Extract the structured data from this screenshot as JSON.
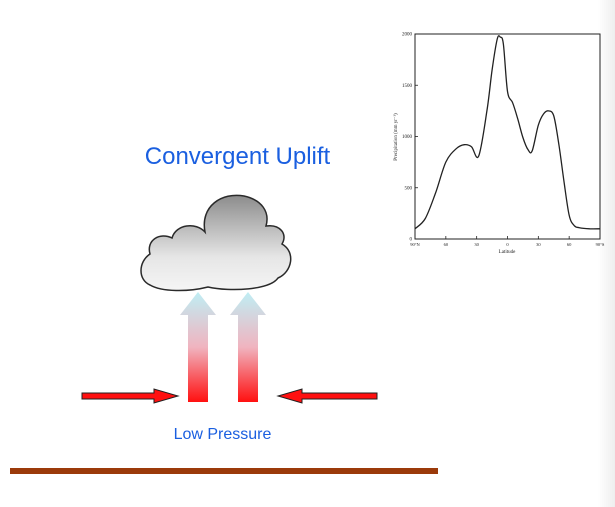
{
  "diagram": {
    "title": "Convergent Uplift",
    "label_bottom": "Low Pressure",
    "colors": {
      "title_text": "#1a5fe0",
      "arrow_red": "#ff1010",
      "uplift_top": "#bfeef4",
      "ground": "#9b3a0a",
      "cloud_light": "#f5f5f5",
      "cloud_dark": "#8c8c8c"
    }
  },
  "chart_data": {
    "type": "line",
    "xlabel": "Latitude",
    "ylabel": "Precipitation (mm yr⁻¹)",
    "x_tick_labels": [
      "90°N",
      "60",
      "30",
      "0",
      "30",
      "60",
      "90°S"
    ],
    "y_tick_labels": [
      "0",
      "500",
      "1000",
      "1500",
      "2000"
    ],
    "ylim": [
      0,
      2000
    ],
    "x": [
      -90,
      -80,
      -70,
      -60,
      -50,
      -42,
      -35,
      -28,
      -20,
      -15,
      -10,
      -7,
      -4,
      0,
      5,
      10,
      15,
      20,
      24,
      30,
      35,
      40,
      45,
      50,
      55,
      60,
      65,
      70,
      80,
      90
    ],
    "values": [
      100,
      200,
      450,
      750,
      880,
      920,
      900,
      810,
      1250,
      1650,
      1950,
      1970,
      1900,
      1440,
      1330,
      1170,
      990,
      870,
      860,
      1110,
      1220,
      1250,
      1200,
      920,
      560,
      230,
      130,
      110,
      100,
      100
    ]
  }
}
